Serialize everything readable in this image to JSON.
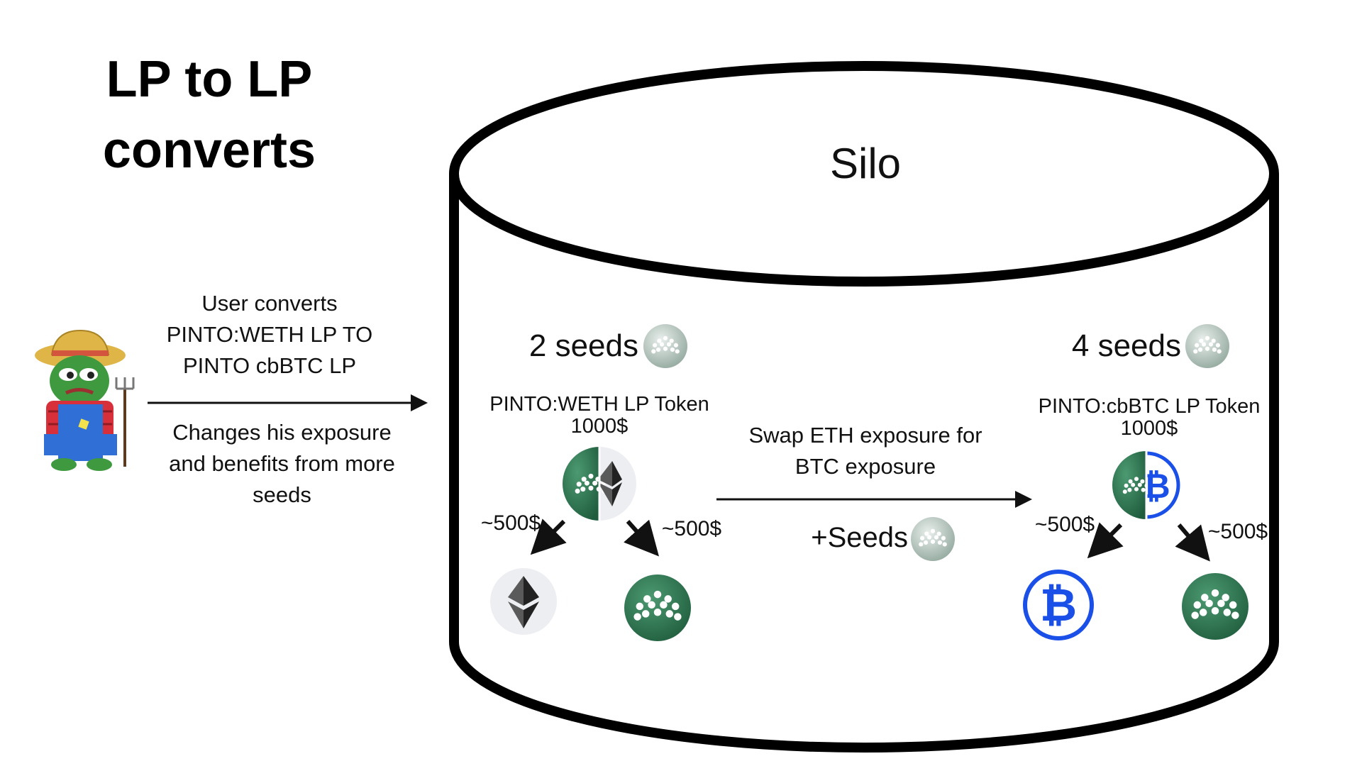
{
  "title_line1": "LP to LP",
  "title_line2": "converts",
  "silo": "Silo",
  "user_caption": {
    "line1": "User converts",
    "line2": "PINTO:WETH LP TO",
    "line3": "PINTO cbBTC LP"
  },
  "effect_caption": {
    "line1": "Changes his exposure",
    "line2": "and benefits from more",
    "line3": "seeds"
  },
  "left_token": {
    "seeds": "2 seeds",
    "name": "PINTO:WETH LP Token",
    "value": "1000$",
    "split_left": "~500$",
    "split_right": "~500$",
    "icon_left": "ethereum-icon",
    "icon_right": "pinto-icon"
  },
  "right_token": {
    "seeds": "4 seeds",
    "name": "PINTO:cbBTC LP Token",
    "value": "1000$",
    "split_left": "~500$",
    "split_right": "~500$",
    "icon_left": "bitcoin-icon",
    "icon_right": "pinto-icon"
  },
  "swap_caption": {
    "line1": "Swap ETH exposure for",
    "line2": "BTC exposure"
  },
  "plus_seeds": "+Seeds",
  "colors": {
    "pinto_green": "#2f7d55",
    "bitcoin_blue": "#1a4fe8",
    "eth_gray": "#eceef2"
  }
}
